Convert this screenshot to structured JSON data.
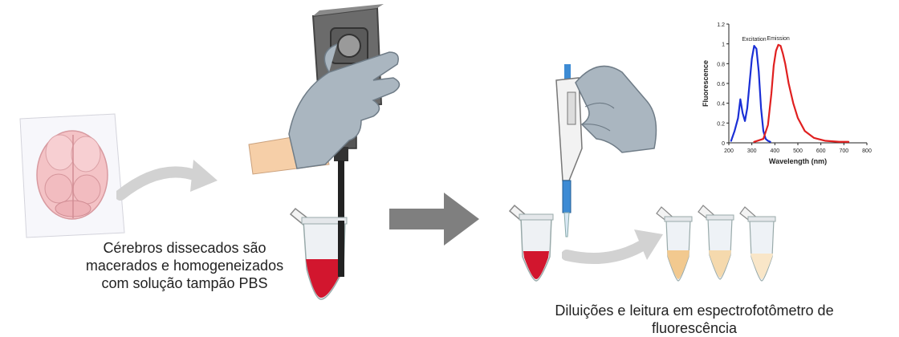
{
  "step1": {
    "caption_lines": [
      "Cérebros dissecados são",
      "macerados e homogeneizados",
      "com solução tampão PBS"
    ]
  },
  "step2": {
    "caption_lines": [
      "Diluições e leitura em espectrofotômetro de",
      "fluorescência"
    ]
  },
  "chart_data": {
    "type": "line",
    "title": "",
    "xlabel": "Wavelength (nm)",
    "ylabel": "Fluorescence",
    "xlim": [
      200,
      800
    ],
    "ylim": [
      0,
      1.2
    ],
    "xticks": [
      200,
      300,
      400,
      500,
      600,
      700,
      800
    ],
    "yticks": [
      0,
      0.2,
      0.4,
      0.6,
      0.8,
      1,
      1.2
    ],
    "series": [
      {
        "name": "Excitation",
        "color": "#1a2fd6",
        "x": [
          210,
          225,
          240,
          250,
          260,
          270,
          280,
          290,
          300,
          310,
          320,
          330,
          340,
          350,
          360,
          370,
          380
        ],
        "y": [
          0.02,
          0.12,
          0.25,
          0.44,
          0.3,
          0.22,
          0.35,
          0.6,
          0.85,
          0.98,
          0.95,
          0.72,
          0.35,
          0.12,
          0.04,
          0.02,
          0.01
        ]
      },
      {
        "name": "Emission",
        "color": "#e02020",
        "x": [
          310,
          350,
          370,
          385,
          395,
          405,
          415,
          425,
          435,
          445,
          460,
          480,
          500,
          530,
          570,
          620,
          680,
          720
        ],
        "y": [
          0.01,
          0.04,
          0.18,
          0.5,
          0.78,
          0.93,
          0.99,
          0.98,
          0.9,
          0.8,
          0.6,
          0.4,
          0.25,
          0.12,
          0.05,
          0.02,
          0.01,
          0.01
        ]
      }
    ]
  },
  "colors": {
    "glove": "#a9b5bf",
    "skin": "#f6cfa8",
    "sample_red": "#d2162e",
    "arrow_gray": "#7f7f7f",
    "pipette_blue": "#3d8bd4",
    "dilution_tint": "#f5d9ad"
  }
}
